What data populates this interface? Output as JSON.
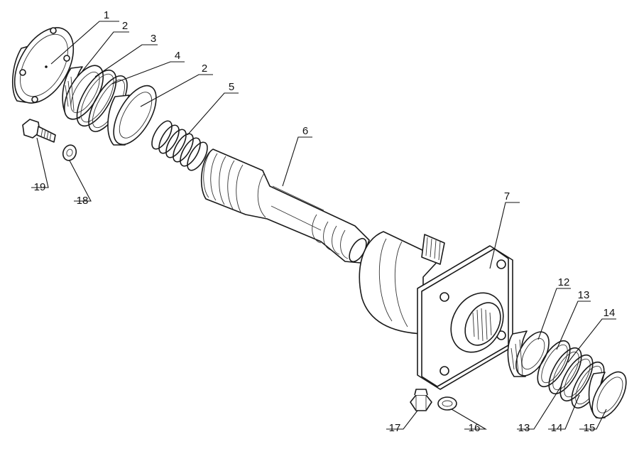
{
  "callouts": [
    "1",
    "2",
    "3",
    "4",
    "2",
    "5",
    "6",
    "7",
    "12",
    "13",
    "14",
    "13",
    "14",
    "15",
    "16",
    "17",
    "18",
    "19"
  ],
  "parts": [
    {
      "id": "end-cap",
      "icon": "flange-disc"
    },
    {
      "id": "bearing-ring",
      "icon": "ring"
    },
    {
      "id": "snap-ring",
      "icon": "ring"
    },
    {
      "id": "o-ring",
      "icon": "ring"
    },
    {
      "id": "bearing-ring-2",
      "icon": "ring"
    },
    {
      "id": "spring",
      "icon": "coil-spring"
    },
    {
      "id": "piston-shaft",
      "icon": "shaft"
    },
    {
      "id": "housing",
      "icon": "housing-block"
    },
    {
      "id": "gland-nut",
      "icon": "threaded-ring"
    },
    {
      "id": "seal-ring-a",
      "icon": "ring"
    },
    {
      "id": "seal-ring-b",
      "icon": "ring"
    },
    {
      "id": "seal-ring-c",
      "icon": "ring"
    },
    {
      "id": "seal-ring-d",
      "icon": "ring"
    },
    {
      "id": "wiper-ring",
      "icon": "ring"
    },
    {
      "id": "washer",
      "icon": "washer"
    },
    {
      "id": "plug",
      "icon": "hex-plug"
    },
    {
      "id": "lock-washer",
      "icon": "washer"
    },
    {
      "id": "bolt",
      "icon": "hex-bolt"
    }
  ]
}
